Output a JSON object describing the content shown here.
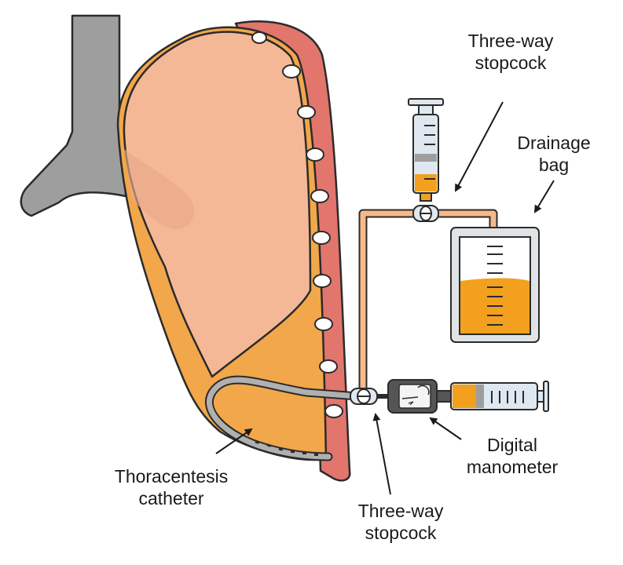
{
  "labels": {
    "stopcock_top": [
      "Three-way",
      "stopcock"
    ],
    "drainage_bag": [
      "Drainage",
      "bag"
    ],
    "digital_manometer": [
      "Digital",
      "manometer"
    ],
    "thoracentesis_catheter": [
      "Thoracentesis",
      "catheter"
    ],
    "stopcock_bottom": [
      "Three-way",
      "stopcock"
    ]
  },
  "colors": {
    "outline": "#2b2b2b",
    "lung": "#f5b896",
    "effusion": "#f2a74a",
    "pleura_wall": "#e2766d",
    "rib": "#ffffff",
    "rib_shadow": "#f2dc6a",
    "trachea": "#9e9e9e",
    "tubing": "#f6b98a",
    "catheter": "#b0b0b0",
    "drainage_fluid": "#f2a01e",
    "syringe_body": "#dfe8f0",
    "manometer_body": "#555555"
  }
}
